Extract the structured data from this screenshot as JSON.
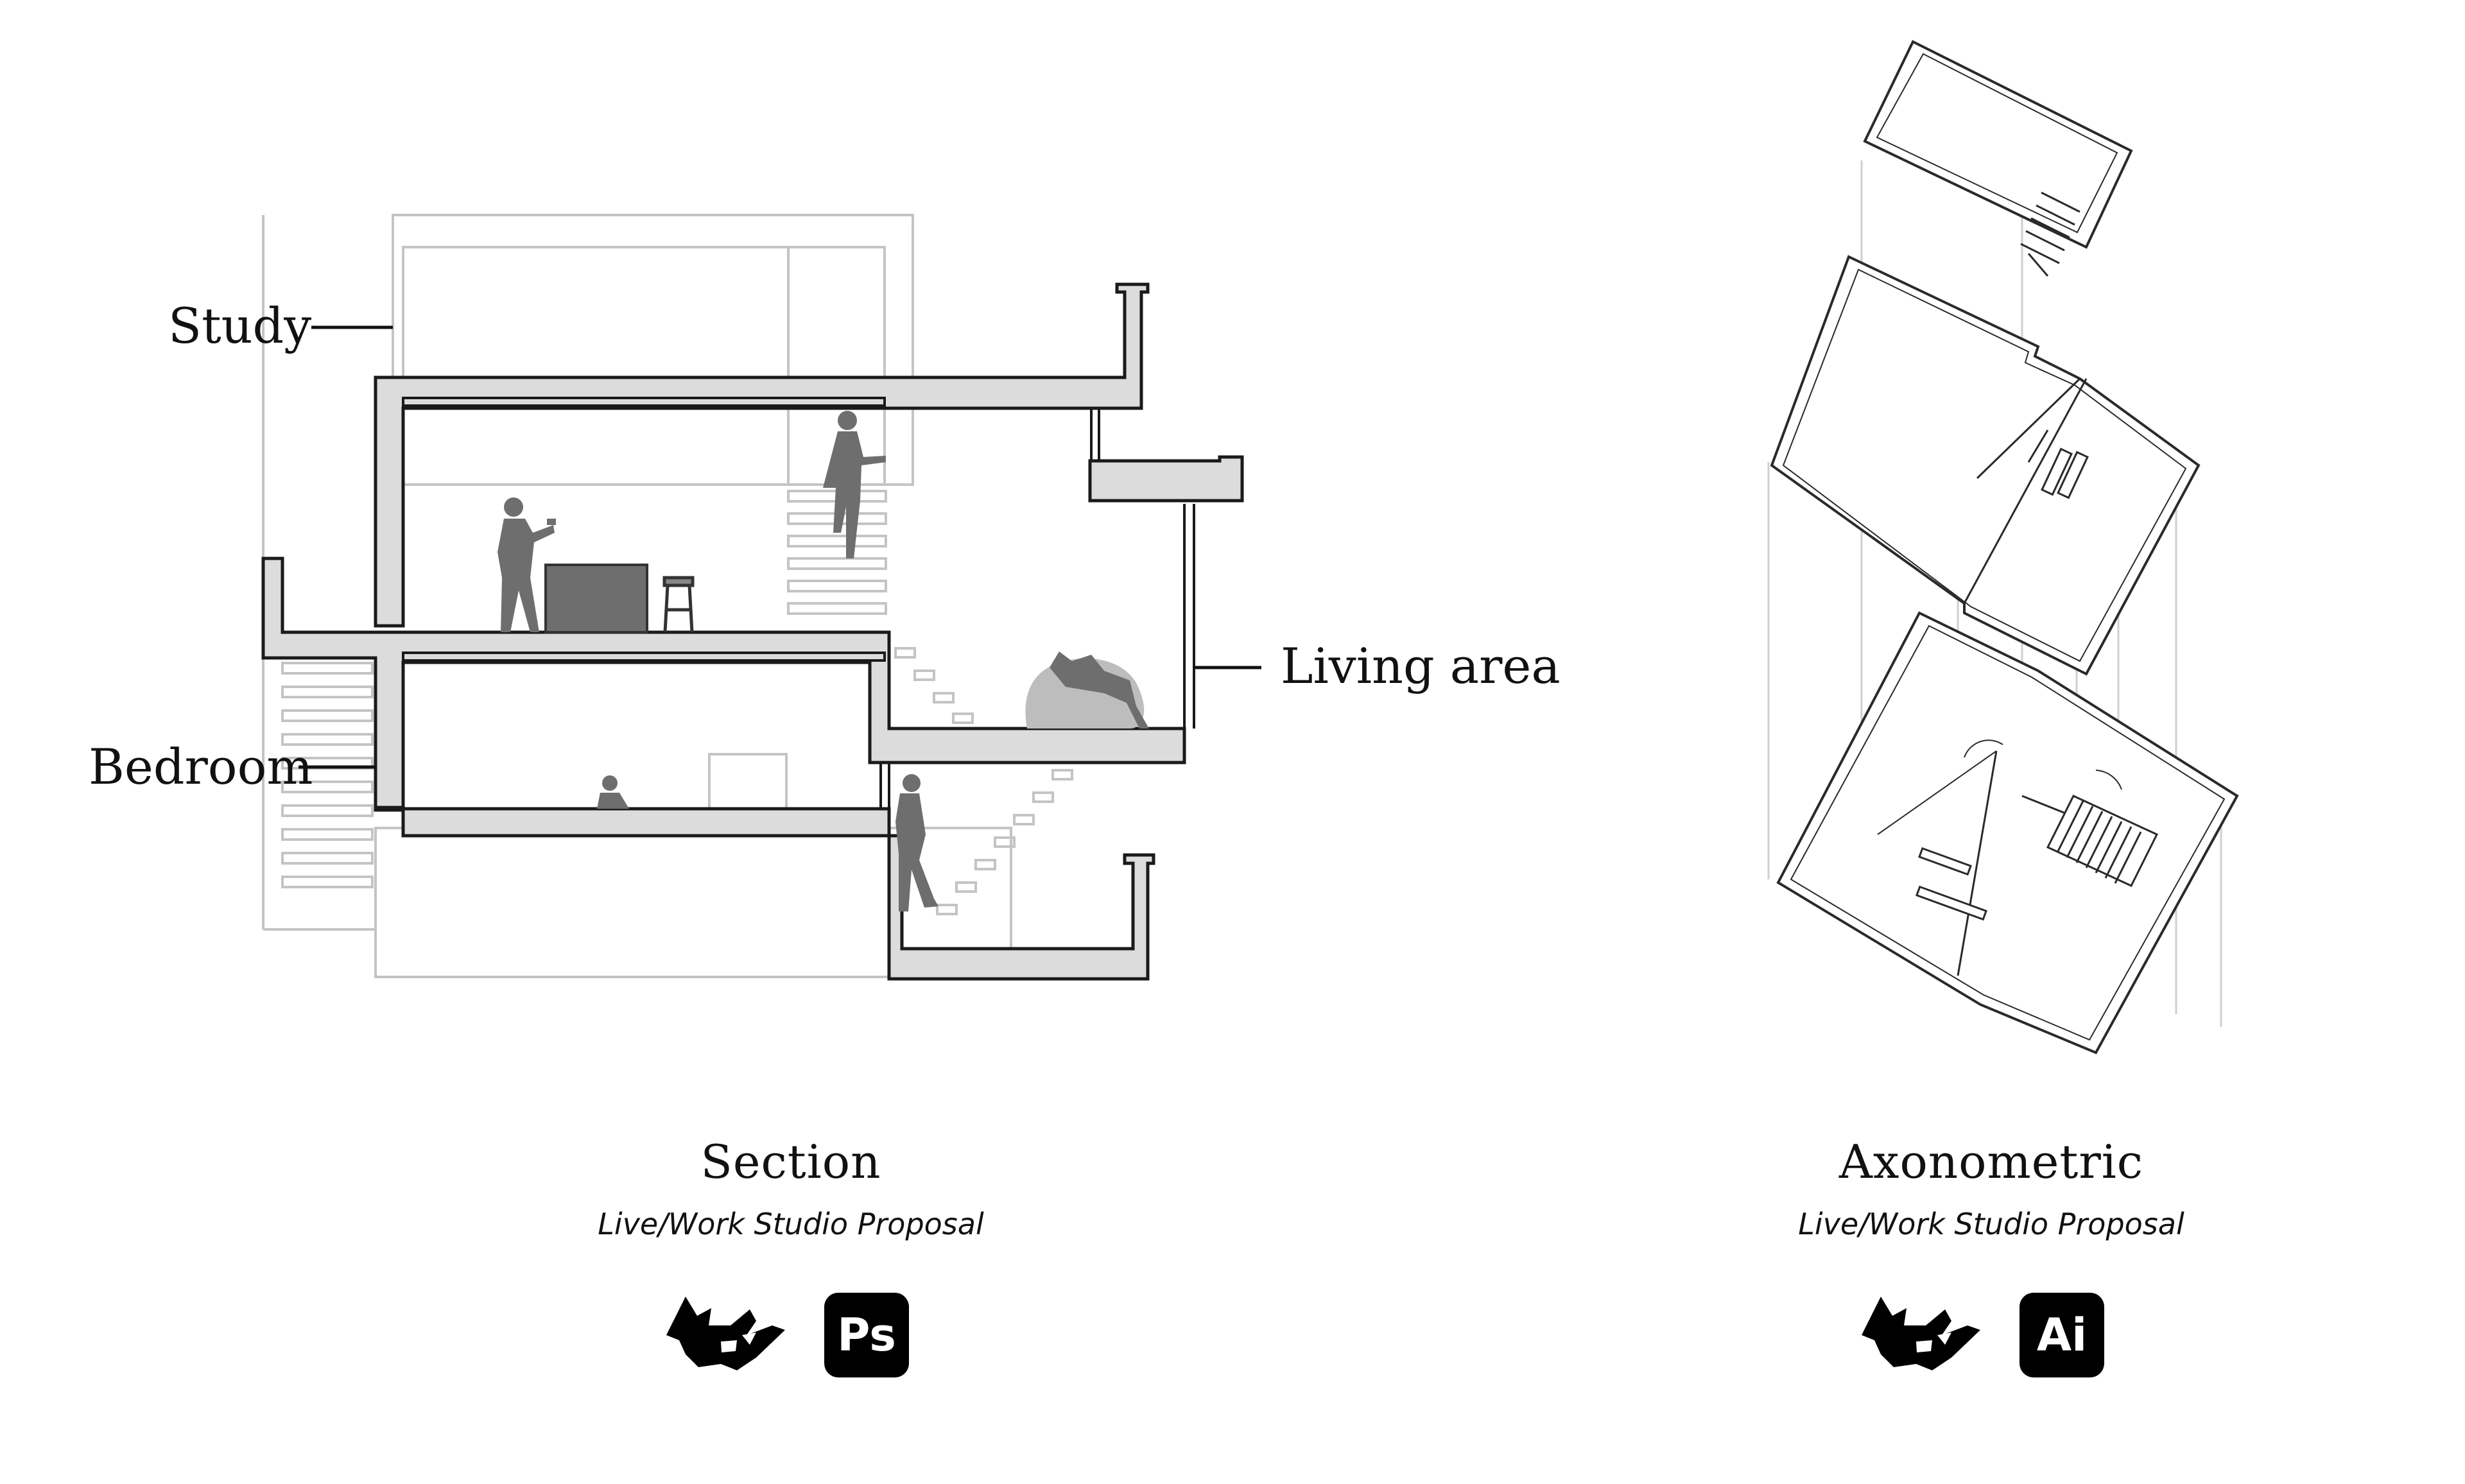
{
  "section": {
    "labels": {
      "study": "Study",
      "living": "Living area",
      "bedroom": "Bedroom"
    },
    "title": "Section",
    "subtitle": "Live/Work Studio Proposal",
    "software": [
      {
        "icon": "rhino-icon",
        "label": ""
      },
      {
        "icon": "photoshop-icon",
        "label": "Ps"
      }
    ]
  },
  "axonometric": {
    "title": "Axonometric",
    "subtitle": "Live/Work Studio Proposal",
    "software": [
      {
        "icon": "rhino-icon",
        "label": ""
      },
      {
        "icon": "illustrator-icon",
        "label": "Ai"
      }
    ]
  },
  "colors": {
    "wall_fill": "#dcdcdc",
    "line": "#1a1a1a",
    "ghost_line": "#bcbcbc",
    "figure": "#6e6e6e"
  }
}
